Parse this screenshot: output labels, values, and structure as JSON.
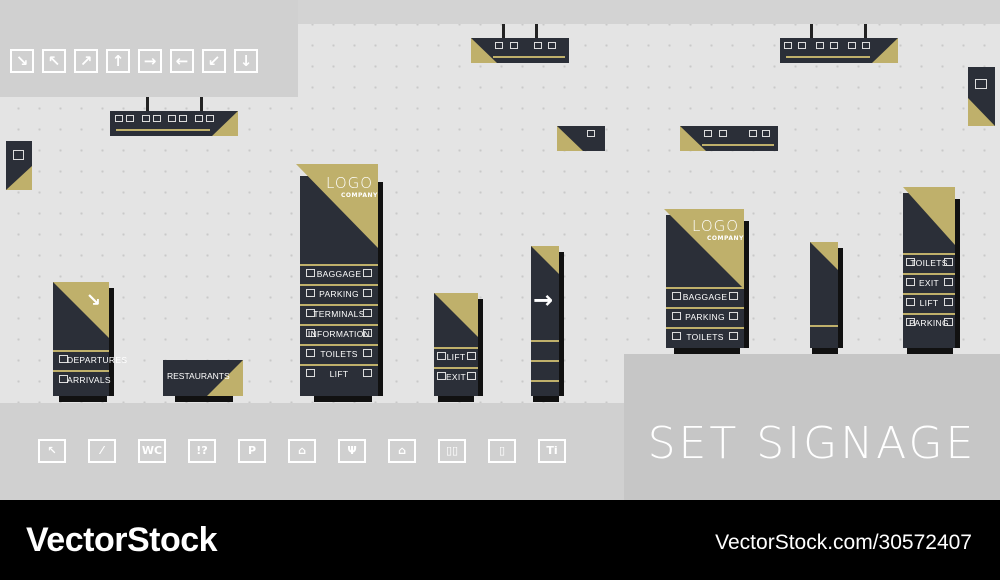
{
  "hero": {
    "title": "SET SIGNAGE"
  },
  "arrow_icons": [
    "↘",
    "↖",
    "↗",
    "↑",
    "→",
    "←",
    "↙",
    "↓"
  ],
  "pictograms": [
    "↖",
    "⁄",
    "WC",
    "!?",
    "P",
    "⌂",
    "Ψ",
    "⌂",
    "▯▯",
    "▯",
    "Ti"
  ],
  "signs": {
    "departures": {
      "row1": "DEPARTURES",
      "row2": "ARRIVALS"
    },
    "restaurants": {
      "label": "RESTAURANTS"
    },
    "tall_logo": {
      "logo": "LOGO",
      "company": "COMPANY",
      "rows": [
        "BAGGAGE",
        "PARKING",
        "TERMINALS",
        "INFORMATION",
        "TOILETS",
        "LIFT"
      ]
    },
    "lift_exit": {
      "rows": [
        "LIFT",
        "EXIT"
      ]
    },
    "mid_logo": {
      "logo": "LOGO",
      "company": "COMPANY",
      "rows": [
        "BAGGAGE",
        "PARKING",
        "TOILETS"
      ]
    },
    "right_tower": {
      "rows": [
        "TOILETS",
        "EXIT",
        "LIFT",
        "PARKING"
      ]
    }
  },
  "arrow_sign": {
    "glyph": "→"
  },
  "colors": {
    "sign_dark": "#2b2f38",
    "accent_gold": "#bfb06b",
    "background": "#e4e4e4"
  },
  "watermark": {
    "brand": "VectorStock",
    "url": "VectorStock.com/30572407"
  }
}
